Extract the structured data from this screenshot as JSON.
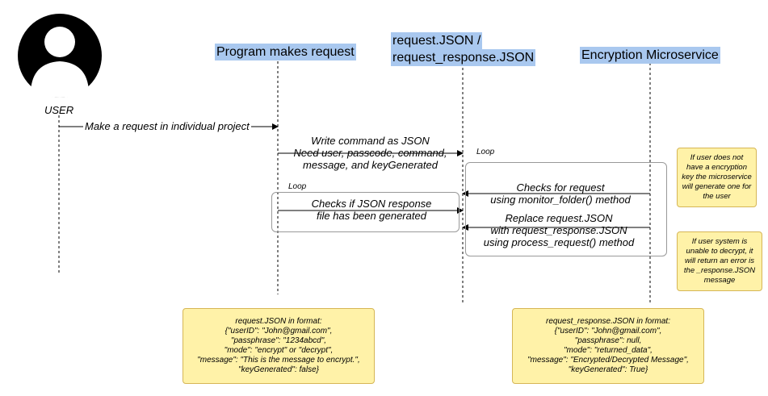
{
  "actors": {
    "user_label": "USER",
    "program_label": "Program makes request",
    "json_label_line1": "request.JSON /",
    "json_label_line2": "request_response.JSON",
    "microservice_label": "Encryption Microservice"
  },
  "messages": {
    "make_request": "Make a request in individual project",
    "write_command_line1": "Write command as JSON",
    "write_command_line2": "Need user, passcode, command,",
    "write_command_line3": "message, and keyGenerated",
    "checks_json_line1": "Checks if JSON response",
    "checks_json_line2": "file has been generated",
    "checks_request_line1": "Checks for request",
    "checks_request_line2": "using monitor_folder() method",
    "replace_line1": "Replace request.JSON",
    "replace_line2": "with request_response.JSON",
    "replace_line3": "using process_request() method"
  },
  "loops": {
    "left_label": "Loop",
    "right_label": "Loop"
  },
  "notes": {
    "no_key": [
      "If user does not",
      "have a encryption",
      "key the microservice",
      "will generate one for",
      "the user"
    ],
    "decrypt_error": [
      "If user system is",
      "unable to decrypt, it",
      "will return an error is",
      "the _response.JSON",
      "message"
    ],
    "request_format": [
      "request.JSON in format:",
      "{\"userID\": \"John@gmail.com\",",
      "\"passphrase\": \"1234abcd\",",
      "\"mode\": \"encrypt\" or \"decrypt\",",
      "\"message\": \"This is the message to encrypt.\",",
      "\"keyGenerated\": false}"
    ],
    "response_format": [
      "request_response.JSON in format:",
      "{\"userID\": \"John@gmail.com\",",
      "\"passphrase\": null,",
      "\"mode\": \"returned_data\",",
      "\"message\": \"Encrypted/Decrypted Message\",",
      "\"keyGenerated\": True}"
    ]
  },
  "colors": {
    "header_bg": "#a9c8ef",
    "note_bg": "#fff2a8",
    "note_border": "#d6b656"
  }
}
